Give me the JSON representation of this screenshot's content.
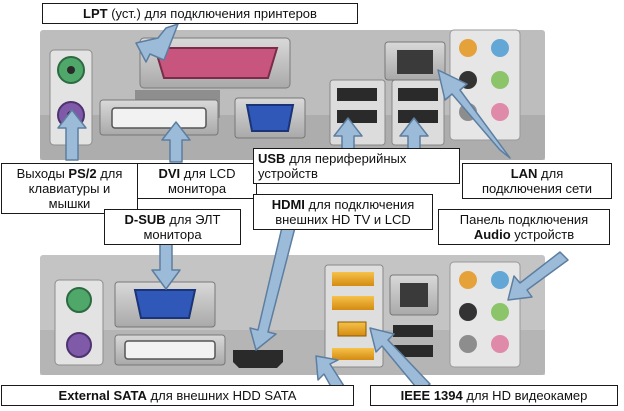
{
  "labels": {
    "lpt": {
      "bold": "LPT",
      "text": " (уст.) для подключения принтеров"
    },
    "ps2": {
      "line1_pre": "Выходы ",
      "bold": "PS/2",
      "line1_post": " для",
      "line2": "клавиатуры и",
      "line3": "мышки"
    },
    "dvi": {
      "bold": "DVI",
      "text": " для LCD",
      "line2": "монитора"
    },
    "usb": {
      "bold": "USB",
      "text": " для периферийных",
      "line2": "устройств"
    },
    "lan": {
      "bold": "LAN",
      "text": " для",
      "line2": "подключения сети"
    },
    "dsub": {
      "bold": "D-SUB",
      "text": " для ЭЛТ",
      "line2": "монитора"
    },
    "hdmi": {
      "bold": "HDMI",
      "text": " для подключения",
      "line2": "внешних HD TV и LCD"
    },
    "audio": {
      "line1": "Панель подключения",
      "bold": "Audio",
      "text": " устройств"
    },
    "esata": {
      "bold": "External SATA",
      "text": "  для внешних HDD SATA"
    },
    "ieee": {
      "bold": "IEEE 1394",
      "text": " для HD видеокамер"
    }
  },
  "colors": {
    "arrow": "#9bbbd9",
    "arrow_stroke": "#5d7ea0",
    "board_top": "#b9b9b9",
    "board_bottom": "#c4c4c4",
    "lpt": "#c8557d",
    "vga": "#2f58b8",
    "ps2_green": "#4fa86a",
    "ps2_purple": "#7f5aa8",
    "usb": "#2a2a2a",
    "firewire_esata": "#e9a11d",
    "audio_blue": "#62a7d6",
    "audio_green": "#8cc46a",
    "audio_pink": "#e08aa9",
    "audio_orange": "#e6a23a"
  }
}
